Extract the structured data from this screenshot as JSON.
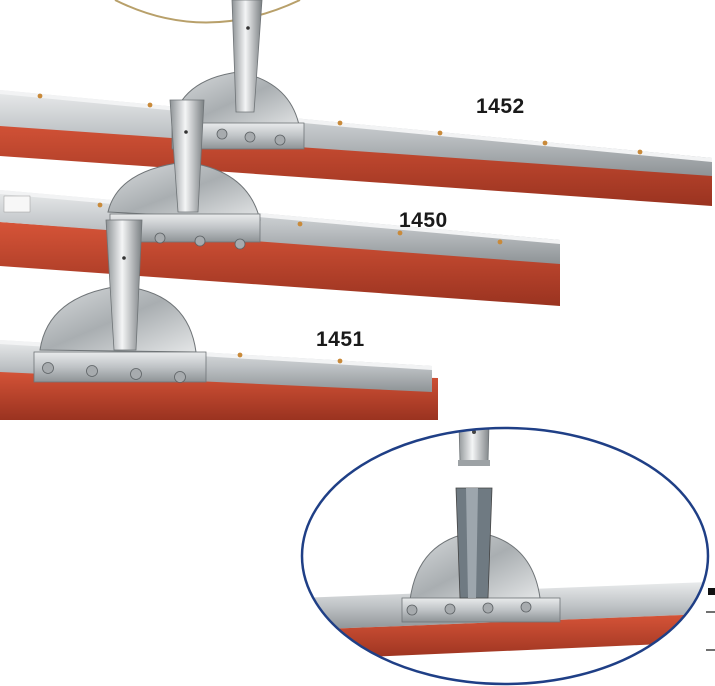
{
  "labels": {
    "model_1452": "1452",
    "model_1450": "1450",
    "model_1451": "1451"
  },
  "colors": {
    "rubber": "#c2472c",
    "rubber_dark": "#9a3320",
    "aluminum": "#c9ccce",
    "aluminum_dark": "#8e9396",
    "detail_ring": "#1f3f86",
    "top_ring": "#b8a06a"
  }
}
